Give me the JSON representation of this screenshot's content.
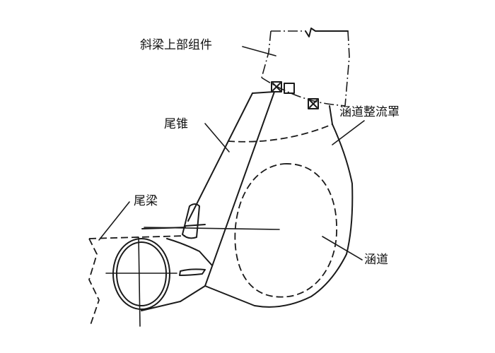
{
  "labels": {
    "upper_boom_assembly": "斜梁上部组件",
    "tail_cone": "尾锥",
    "fan_duct_fairing": "涵道整流罩",
    "tail_boom": "尾梁",
    "fan_duct": "涵道"
  }
}
